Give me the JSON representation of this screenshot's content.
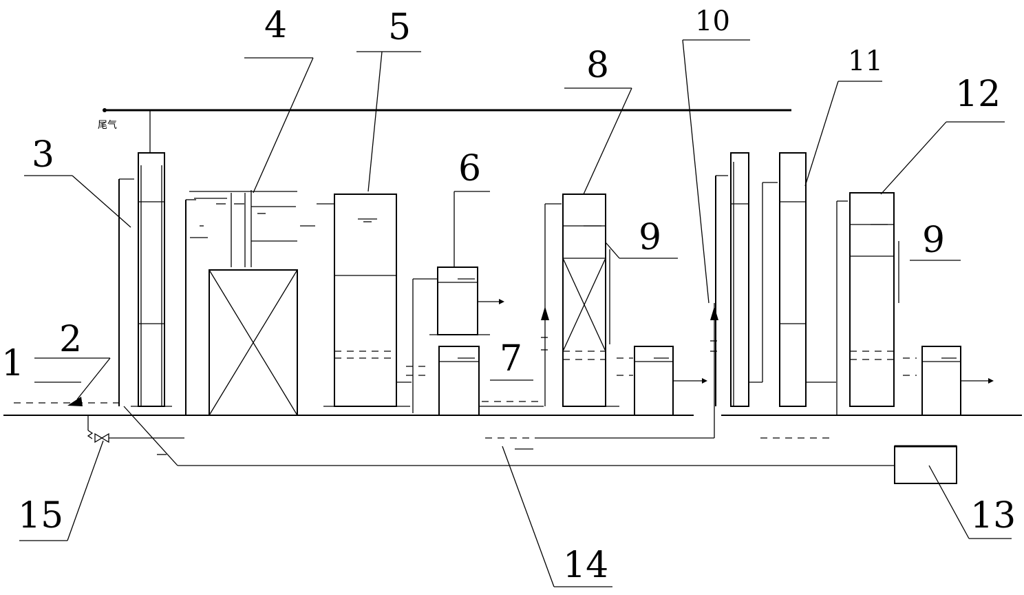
{
  "diagram": {
    "tail_gas_label": "尾气",
    "labels": [
      {
        "id": "1",
        "text": "1"
      },
      {
        "id": "2",
        "text": "2"
      },
      {
        "id": "3",
        "text": "3"
      },
      {
        "id": "4",
        "text": "4"
      },
      {
        "id": "5",
        "text": "5"
      },
      {
        "id": "6",
        "text": "6"
      },
      {
        "id": "7",
        "text": "7"
      },
      {
        "id": "8",
        "text": "8"
      },
      {
        "id": "9a",
        "text": "9"
      },
      {
        "id": "10",
        "text": "10"
      },
      {
        "id": "11",
        "text": "11"
      },
      {
        "id": "12",
        "text": "12"
      },
      {
        "id": "9b",
        "text": "9"
      },
      {
        "id": "13",
        "text": "13"
      },
      {
        "id": "14",
        "text": "14"
      },
      {
        "id": "15",
        "text": "15"
      }
    ]
  }
}
